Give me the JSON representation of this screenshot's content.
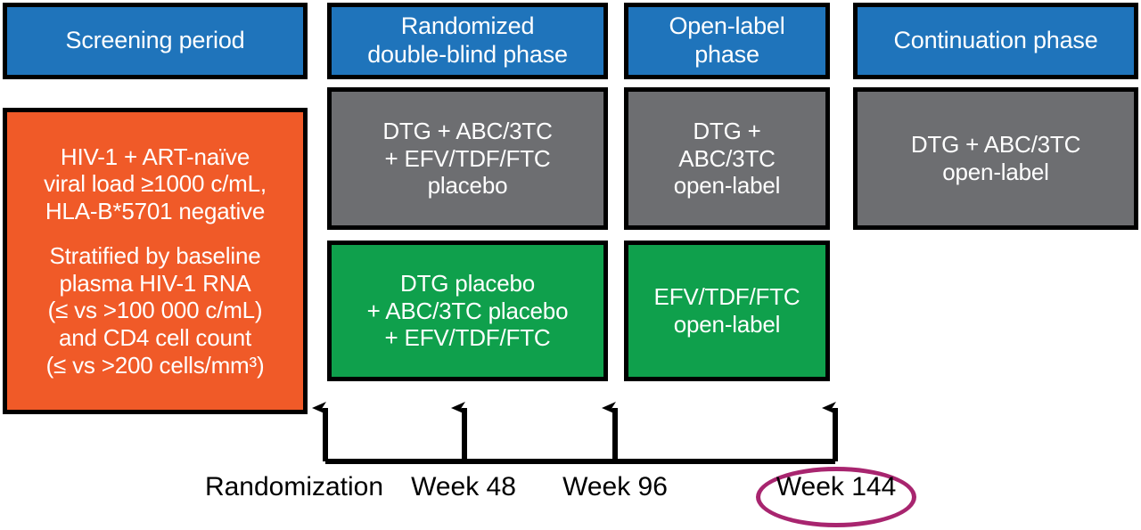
{
  "diagram": {
    "title": "Clinical trial design schematic",
    "colors": {
      "phase_banner": "#1f74bb",
      "screening_population": "#f05a28",
      "dtg_arm": "#6d6e71",
      "efv_arm": "#0fa04c",
      "box_border": "#000000",
      "highlight_ellipse": "#a8256f",
      "timeline": "#000000"
    }
  },
  "phases": [
    {
      "id": "screening",
      "label": "Screening period"
    },
    {
      "id": "randomized",
      "label": "Randomized\ndouble-blind phase"
    },
    {
      "id": "open-label",
      "label": "Open-label\nphase"
    },
    {
      "id": "continuation",
      "label": "Continuation phase"
    }
  ],
  "screening": {
    "eligibility": "HIV-1 + ART-naïve\nviral load ≥1000 c/mL,\nHLA-B*5701 negative",
    "stratification": "Stratified by baseline\nplasma HIV-1 RNA\n(≤ vs >100 000 c/mL)\nand CD4 cell count\n(≤ vs >200 cells/mm³)"
  },
  "arms": {
    "dtg_double_blind": "DTG + ABC/3TC\n+ EFV/TDF/FTC\nplacebo",
    "dtg_open_label": "DTG +\nABC/3TC\nopen-label",
    "dtg_continuation": "DTG + ABC/3TC\nopen-label",
    "efv_double_blind": "DTG placebo\n+ ABC/3TC placebo\n+ EFV/TDF/FTC",
    "efv_open_label": "EFV/TDF/FTC\nopen-label"
  },
  "timeline": {
    "ticks": [
      {
        "id": "randomization",
        "label": "Randomization",
        "highlighted": false
      },
      {
        "id": "week-48",
        "label": "Week 48",
        "highlighted": false
      },
      {
        "id": "week-96",
        "label": "Week 96",
        "highlighted": false
      },
      {
        "id": "week-144",
        "label": "Week 144",
        "highlighted": true
      }
    ]
  }
}
